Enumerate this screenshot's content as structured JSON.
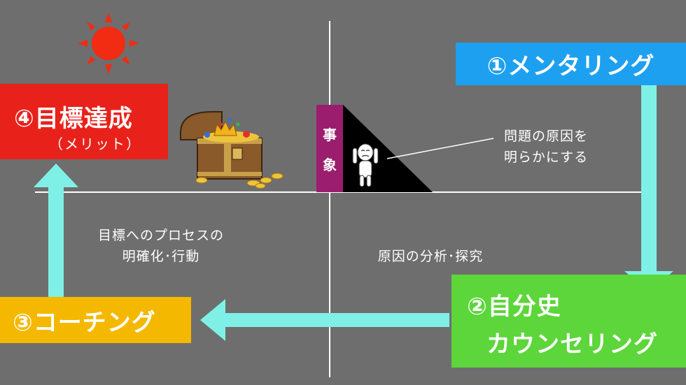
{
  "colors": {
    "background": "#6e6e6e",
    "mentoring": "#1ea0f0",
    "counseling": "#5cd63a",
    "coaching": "#f5b800",
    "goal": "#e8221b",
    "arrow": "#7ff0e6",
    "phenomenon": "#9b1d6e",
    "sun": "#f22b13"
  },
  "mentoring": {
    "label": "①メンタリング"
  },
  "counseling": {
    "line1": "②自分史",
    "line2": "カウンセリング"
  },
  "coaching": {
    "label": "③コーチング"
  },
  "goal": {
    "title": "④目標達成",
    "subtitle": "（メリット）"
  },
  "phenomenon": {
    "char1": "事",
    "char2": "象"
  },
  "notes": {
    "top_right_line1": "問題の原因を",
    "top_right_line2": "明らかにする",
    "bottom_right": "原因の分析･探究",
    "bottom_left_line1": "目標へのプロセスの",
    "bottom_left_line2": "明確化･行動"
  },
  "icons": {
    "sun": "sun-icon",
    "treasure": "treasure-chest-icon",
    "person": "worried-person-icon"
  }
}
